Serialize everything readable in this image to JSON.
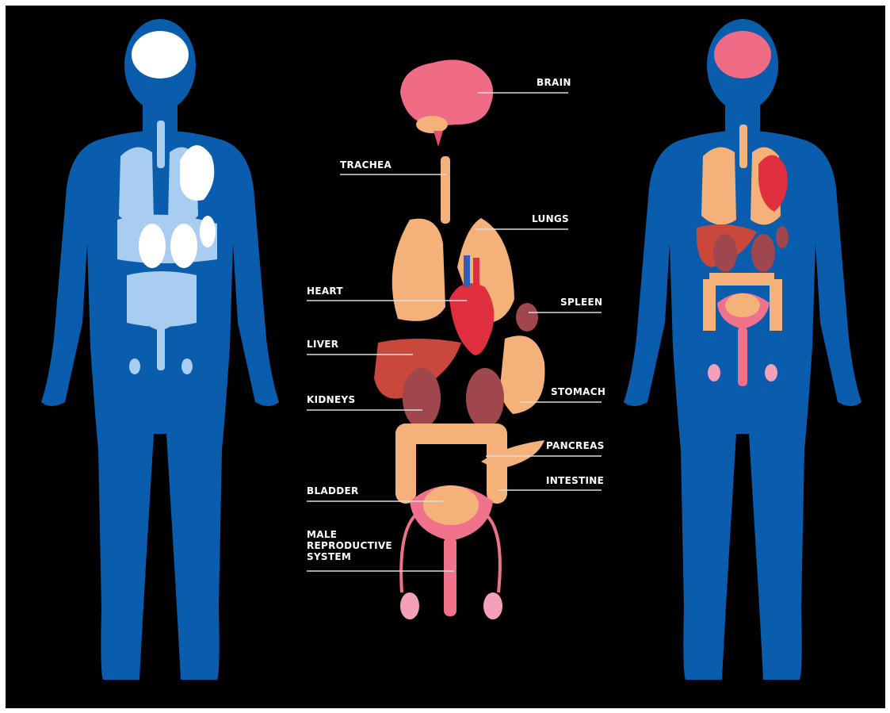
{
  "labels": {
    "brain": "BRAIN",
    "trachea": "TRACHEA",
    "lungs": "LUNGS",
    "heart": "HEART",
    "spleen": "SPLEEN",
    "liver": "LIVER",
    "kidneys": "KIDNEYS",
    "stomach": "STOMACH",
    "pancreas": "PANCREAS",
    "intestine": "INTESTINE",
    "bladder": "BLADDER",
    "reproductive_line1": "MALE",
    "reproductive_line2": "REPRODUCTIVE",
    "reproductive_line3": "SYSTEM"
  },
  "colors": {
    "background": "#000000",
    "body_silhouette": "#0a5cad",
    "silhouette_organs": "#a9cdf0",
    "silhouette_organs_bright": "#ffffff",
    "label_text": "#ffffff",
    "lung": "#f4b27a",
    "heart": "#e0303f",
    "brain": "#f06b86",
    "liver": "#c9473b",
    "kidney": "#a0474e",
    "bladder": "#f0728a",
    "intestine": "#f4b27a"
  }
}
